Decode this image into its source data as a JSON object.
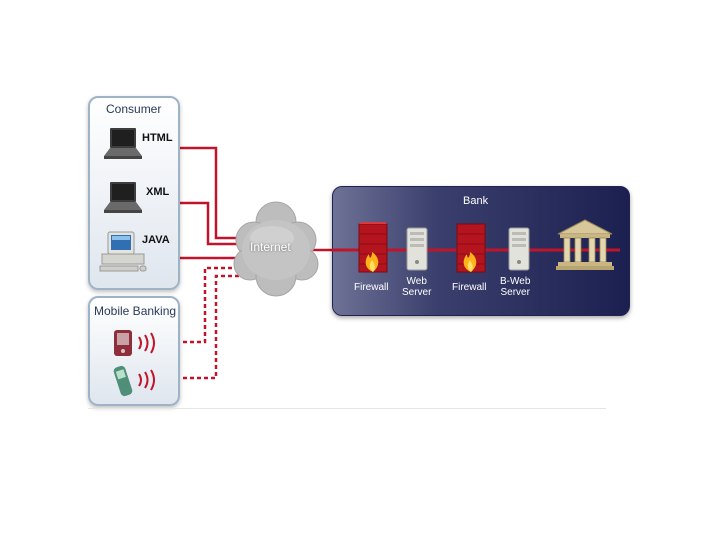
{
  "consumer": {
    "title": "Consumer",
    "devices": [
      {
        "label": "HTML",
        "icon": "laptop-icon"
      },
      {
        "label": "XML",
        "icon": "laptop-icon"
      },
      {
        "label": "JAVA",
        "icon": "desktop-computer-icon"
      }
    ]
  },
  "mobile": {
    "title": "Mobile Banking",
    "devices": [
      {
        "icon": "pda-icon"
      },
      {
        "icon": "mobile-phone-icon"
      }
    ]
  },
  "internet": {
    "label": "Internet"
  },
  "bank": {
    "title": "Bank",
    "components": [
      {
        "label": "Firewall",
        "icon": "firewall-icon"
      },
      {
        "label_line1": "Web",
        "label_line2": "Server",
        "icon": "server-icon"
      },
      {
        "label": "Firewall",
        "icon": "firewall-icon"
      },
      {
        "label_line1": "B-Web",
        "label_line2": "Server",
        "icon": "server-icon"
      },
      {
        "icon": "bank-building-icon"
      }
    ]
  },
  "colors": {
    "connection": "#c0142a",
    "bank_dark": "#1c2050",
    "panel_border": "#9fb3c7"
  }
}
